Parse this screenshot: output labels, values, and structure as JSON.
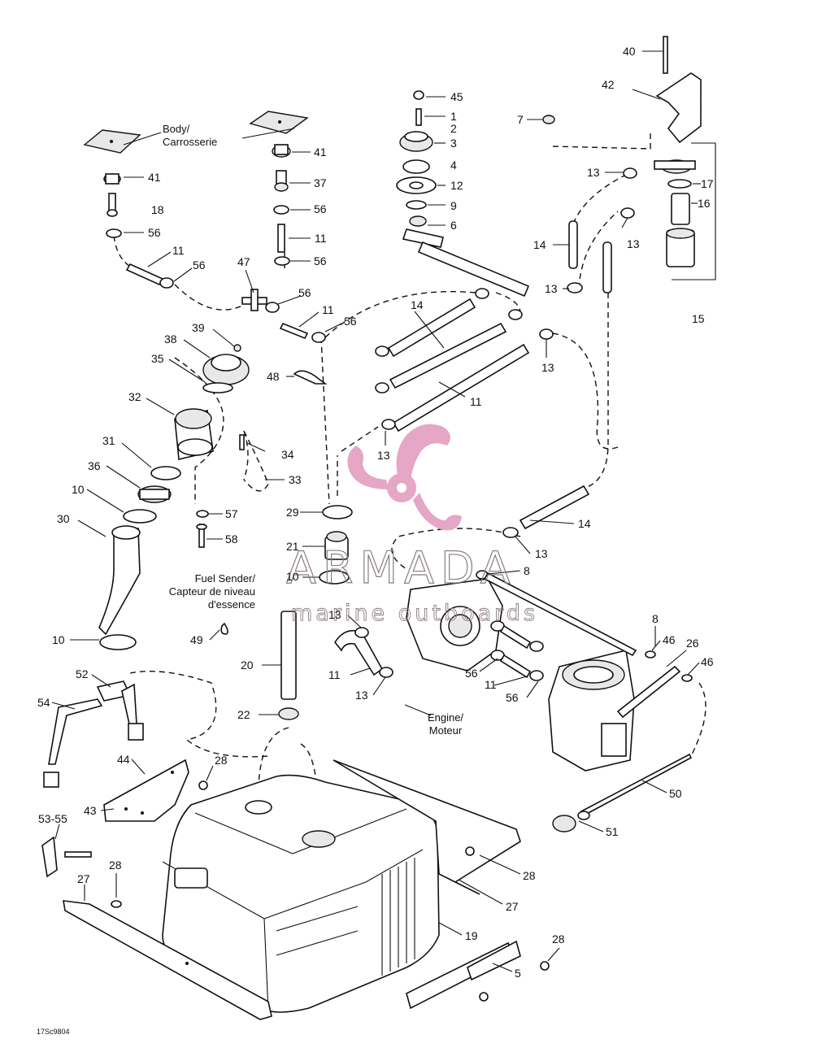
{
  "diagram": {
    "code": "17Sc9804",
    "labels": {
      "body": [
        "Body/",
        "Carrosserie"
      ],
      "fuel_sender": [
        "Fuel Sender/",
        "Capteur de niveau",
        "d'essence"
      ],
      "engine": [
        "Engine/",
        "Moteur"
      ]
    },
    "parts": [
      {
        "id": "p40",
        "text": "40"
      },
      {
        "id": "p42",
        "text": "42"
      },
      {
        "id": "p45",
        "text": "45"
      },
      {
        "id": "p1",
        "text": "1"
      },
      {
        "id": "p2",
        "text": "2"
      },
      {
        "id": "p7",
        "text": "7"
      },
      {
        "id": "p3",
        "text": "3"
      },
      {
        "id": "p4",
        "text": "4"
      },
      {
        "id": "p12",
        "text": "12"
      },
      {
        "id": "p9",
        "text": "9"
      },
      {
        "id": "p6",
        "text": "6"
      },
      {
        "id": "p41a",
        "text": "41"
      },
      {
        "id": "p41b",
        "text": "41"
      },
      {
        "id": "p37",
        "text": "37"
      },
      {
        "id": "p56a",
        "text": "56"
      },
      {
        "id": "p18",
        "text": "18"
      },
      {
        "id": "p56b",
        "text": "56"
      },
      {
        "id": "p11a",
        "text": "11"
      },
      {
        "id": "p56c",
        "text": "56"
      },
      {
        "id": "p11b",
        "text": "11"
      },
      {
        "id": "p56d",
        "text": "56"
      },
      {
        "id": "p47",
        "text": "47"
      },
      {
        "id": "p56e",
        "text": "56"
      },
      {
        "id": "p11c",
        "text": "11"
      },
      {
        "id": "p56f",
        "text": "56"
      },
      {
        "id": "p13a",
        "text": "13"
      },
      {
        "id": "p17",
        "text": "17"
      },
      {
        "id": "p16",
        "text": "16"
      },
      {
        "id": "p14a",
        "text": "14"
      },
      {
        "id": "p13b",
        "text": "13"
      },
      {
        "id": "p13c",
        "text": "13"
      },
      {
        "id": "p15",
        "text": "15"
      },
      {
        "id": "p14b",
        "text": "14"
      },
      {
        "id": "p39",
        "text": "39"
      },
      {
        "id": "p38",
        "text": "38"
      },
      {
        "id": "p35",
        "text": "35"
      },
      {
        "id": "p48",
        "text": "48"
      },
      {
        "id": "p13d",
        "text": "13"
      },
      {
        "id": "p11d",
        "text": "11"
      },
      {
        "id": "p32",
        "text": "32"
      },
      {
        "id": "p34",
        "text": "34"
      },
      {
        "id": "p13e",
        "text": "13"
      },
      {
        "id": "p31",
        "text": "31"
      },
      {
        "id": "p36",
        "text": "36"
      },
      {
        "id": "p33",
        "text": "33"
      },
      {
        "id": "p10a",
        "text": "10"
      },
      {
        "id": "p29",
        "text": "29"
      },
      {
        "id": "p57",
        "text": "57"
      },
      {
        "id": "p30",
        "text": "30"
      },
      {
        "id": "p14c",
        "text": "14"
      },
      {
        "id": "p58",
        "text": "58"
      },
      {
        "id": "p21",
        "text": "21"
      },
      {
        "id": "p13f",
        "text": "13"
      },
      {
        "id": "p8a",
        "text": "8"
      },
      {
        "id": "p10b",
        "text": "10"
      },
      {
        "id": "p13g",
        "text": "13"
      },
      {
        "id": "p49",
        "text": "49"
      },
      {
        "id": "p10c",
        "text": "10"
      },
      {
        "id": "p8b",
        "text": "8"
      },
      {
        "id": "p46a",
        "text": "46"
      },
      {
        "id": "p26",
        "text": "26"
      },
      {
        "id": "p46b",
        "text": "46"
      },
      {
        "id": "p20",
        "text": "20"
      },
      {
        "id": "p11e",
        "text": "11"
      },
      {
        "id": "p56g",
        "text": "56"
      },
      {
        "id": "p11f",
        "text": "11"
      },
      {
        "id": "p56h",
        "text": "56"
      },
      {
        "id": "p13h",
        "text": "13"
      },
      {
        "id": "p52",
        "text": "52"
      },
      {
        "id": "p54",
        "text": "54"
      },
      {
        "id": "p22",
        "text": "22"
      },
      {
        "id": "p44",
        "text": "44"
      },
      {
        "id": "p28a",
        "text": "28"
      },
      {
        "id": "p50",
        "text": "50"
      },
      {
        "id": "p43",
        "text": "43"
      },
      {
        "id": "p51",
        "text": "51"
      },
      {
        "id": "p53_55",
        "text": "53-55"
      },
      {
        "id": "p28b",
        "text": "28"
      },
      {
        "id": "p28c",
        "text": "28"
      },
      {
        "id": "p27a",
        "text": "27"
      },
      {
        "id": "p27b",
        "text": "27"
      },
      {
        "id": "p19",
        "text": "19"
      },
      {
        "id": "p28d",
        "text": "28"
      },
      {
        "id": "p5",
        "text": "5"
      }
    ]
  },
  "watermark": {
    "brand": "ARMADA",
    "tagline": "marine outboards",
    "colors": {
      "propeller": "#e6a6c6",
      "hub": "#ffffff",
      "text_stroke": "#8a7e86"
    }
  }
}
